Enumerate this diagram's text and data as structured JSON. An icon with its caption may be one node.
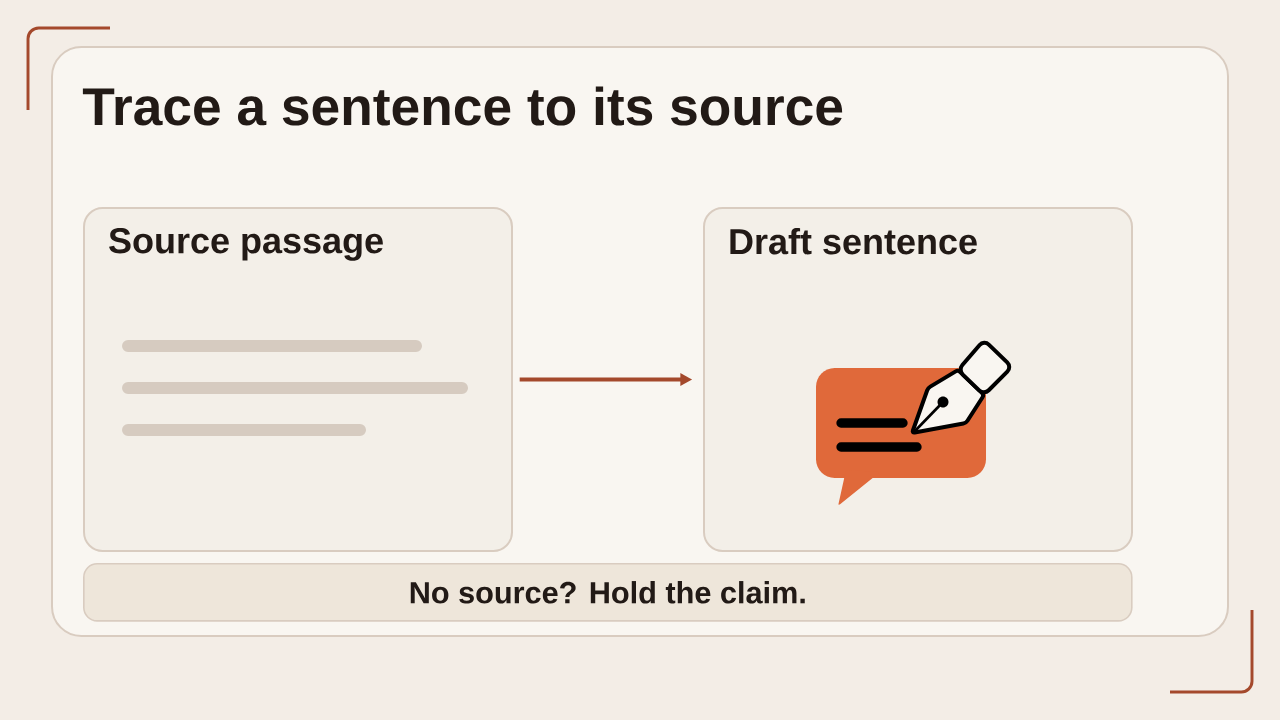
{
  "diagram": {
    "title": "Trace a sentence to its source",
    "nodes": [
      {
        "text": [
          "Source passage"
        ]
      },
      {
        "text": [
          "Draft sentence"
        ]
      },
      {
        "text": [
          "No source? Hold the claim."
        ]
      }
    ],
    "edges": [
      {
        "from": 0,
        "to": 1,
        "arrow": "to"
      }
    ]
  }
}
